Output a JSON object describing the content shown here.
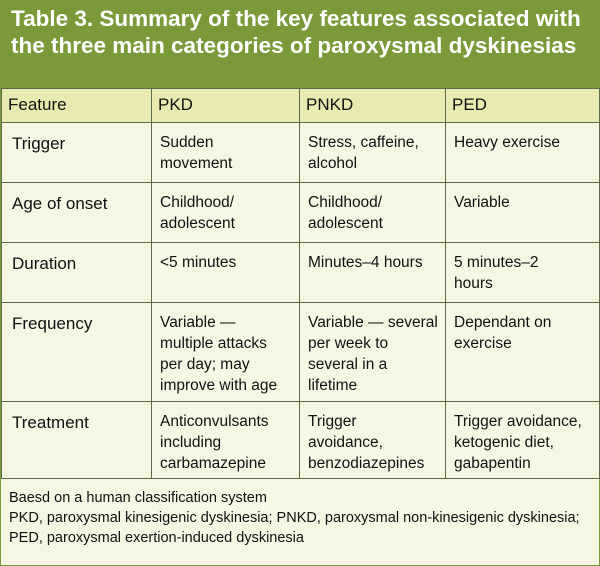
{
  "title": "Table 3. Summary of the key features associated with the three main categories of paroxysmal dyskinesias",
  "columns": [
    "Feature",
    "PKD",
    "PNKD",
    "PED"
  ],
  "rows": [
    {
      "feature": "Trigger",
      "pkd": [
        "Sudden",
        "movement"
      ],
      "pnkd": [
        "Stress, caffeine,",
        "alcohol"
      ],
      "ped": [
        "Heavy exercise"
      ]
    },
    {
      "feature": "Age of onset",
      "pkd": [
        "Childhood/",
        "adolescent"
      ],
      "pnkd": [
        "Childhood/",
        "adolescent"
      ],
      "ped": [
        "Variable"
      ]
    },
    {
      "feature": "Duration",
      "pkd": [
        "<5 minutes"
      ],
      "pnkd": [
        "Minutes–4 hours"
      ],
      "ped": [
        "5 minutes–2",
        "hours"
      ]
    },
    {
      "feature": "Frequency",
      "pkd": [
        "Variable —",
        "multiple attacks",
        "per day; may",
        "improve with age"
      ],
      "pnkd": [
        "Variable — several",
        "per week to",
        "several in a",
        "lifetime"
      ],
      "ped": [
        "Dependant on",
        "exercise"
      ]
    },
    {
      "feature": "Treatment",
      "pkd": [
        "Anticonvulsants",
        "including",
        "carbamazepine"
      ],
      "pnkd": [
        "Trigger",
        "avoidance,",
        "benzodiazepines"
      ],
      "ped": [
        "Trigger avoidance,",
        "ketogenic diet,",
        "gabapentin"
      ]
    }
  ],
  "footnotes": [
    "Baesd on a human classification system",
    "PKD, paroxysmal kinesigenic dyskinesia; PNKD, paroxysmal non-kinesigenic dyskinesia; PED, paroxysmal exertion-induced dyskinesia"
  ],
  "colors": {
    "header_band": "#7a9a3a",
    "column_header_bg": "#e8eab0",
    "body_bg": "#f6f7e3",
    "border": "#5b6b4a"
  }
}
